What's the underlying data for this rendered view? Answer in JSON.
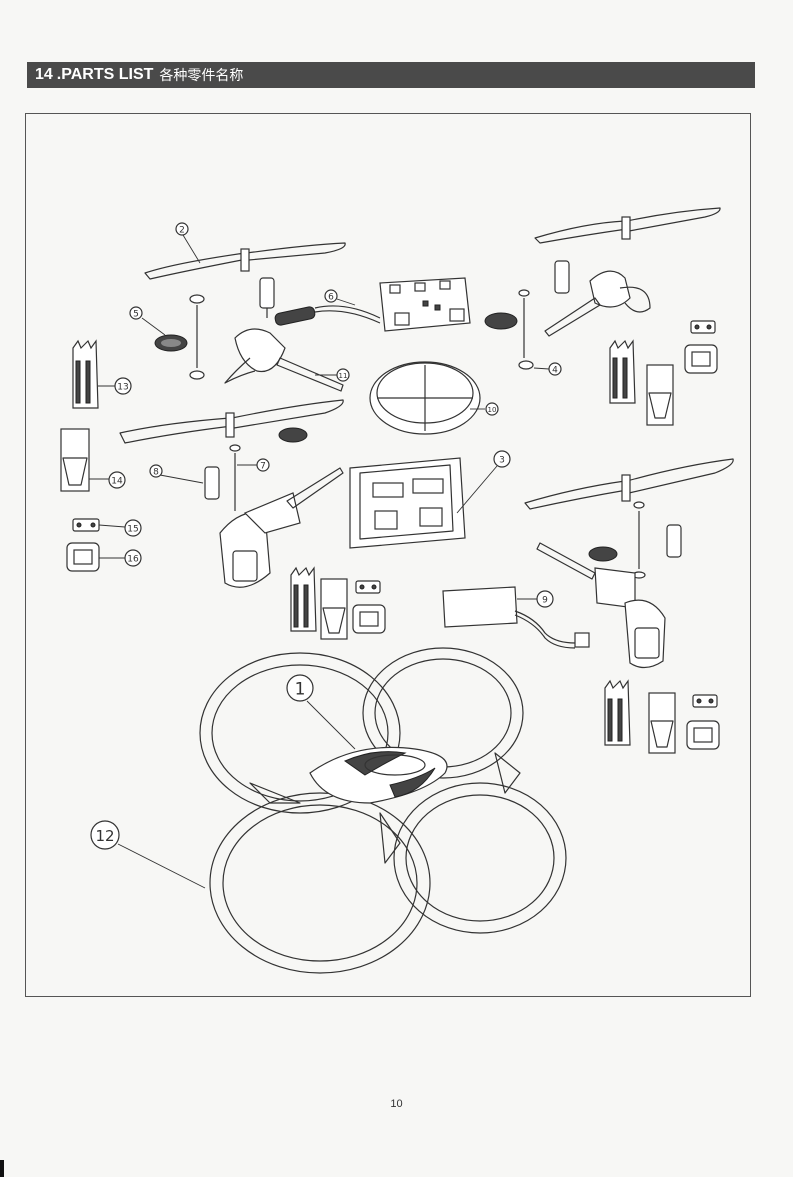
{
  "header": {
    "section_number": "14",
    "title": ".PARTS LIST",
    "title_cn": "各种零件名称"
  },
  "callouts": {
    "c1": "1",
    "c2": "2",
    "c3": "3",
    "c4": "4",
    "c5": "5",
    "c6": "6",
    "c7": "7",
    "c8": "8",
    "c9": "9",
    "c10": "10",
    "c11": "11",
    "c12": "12",
    "c13": "13",
    "c14": "14",
    "c15": "15",
    "c16": "16"
  },
  "page_number": "10"
}
